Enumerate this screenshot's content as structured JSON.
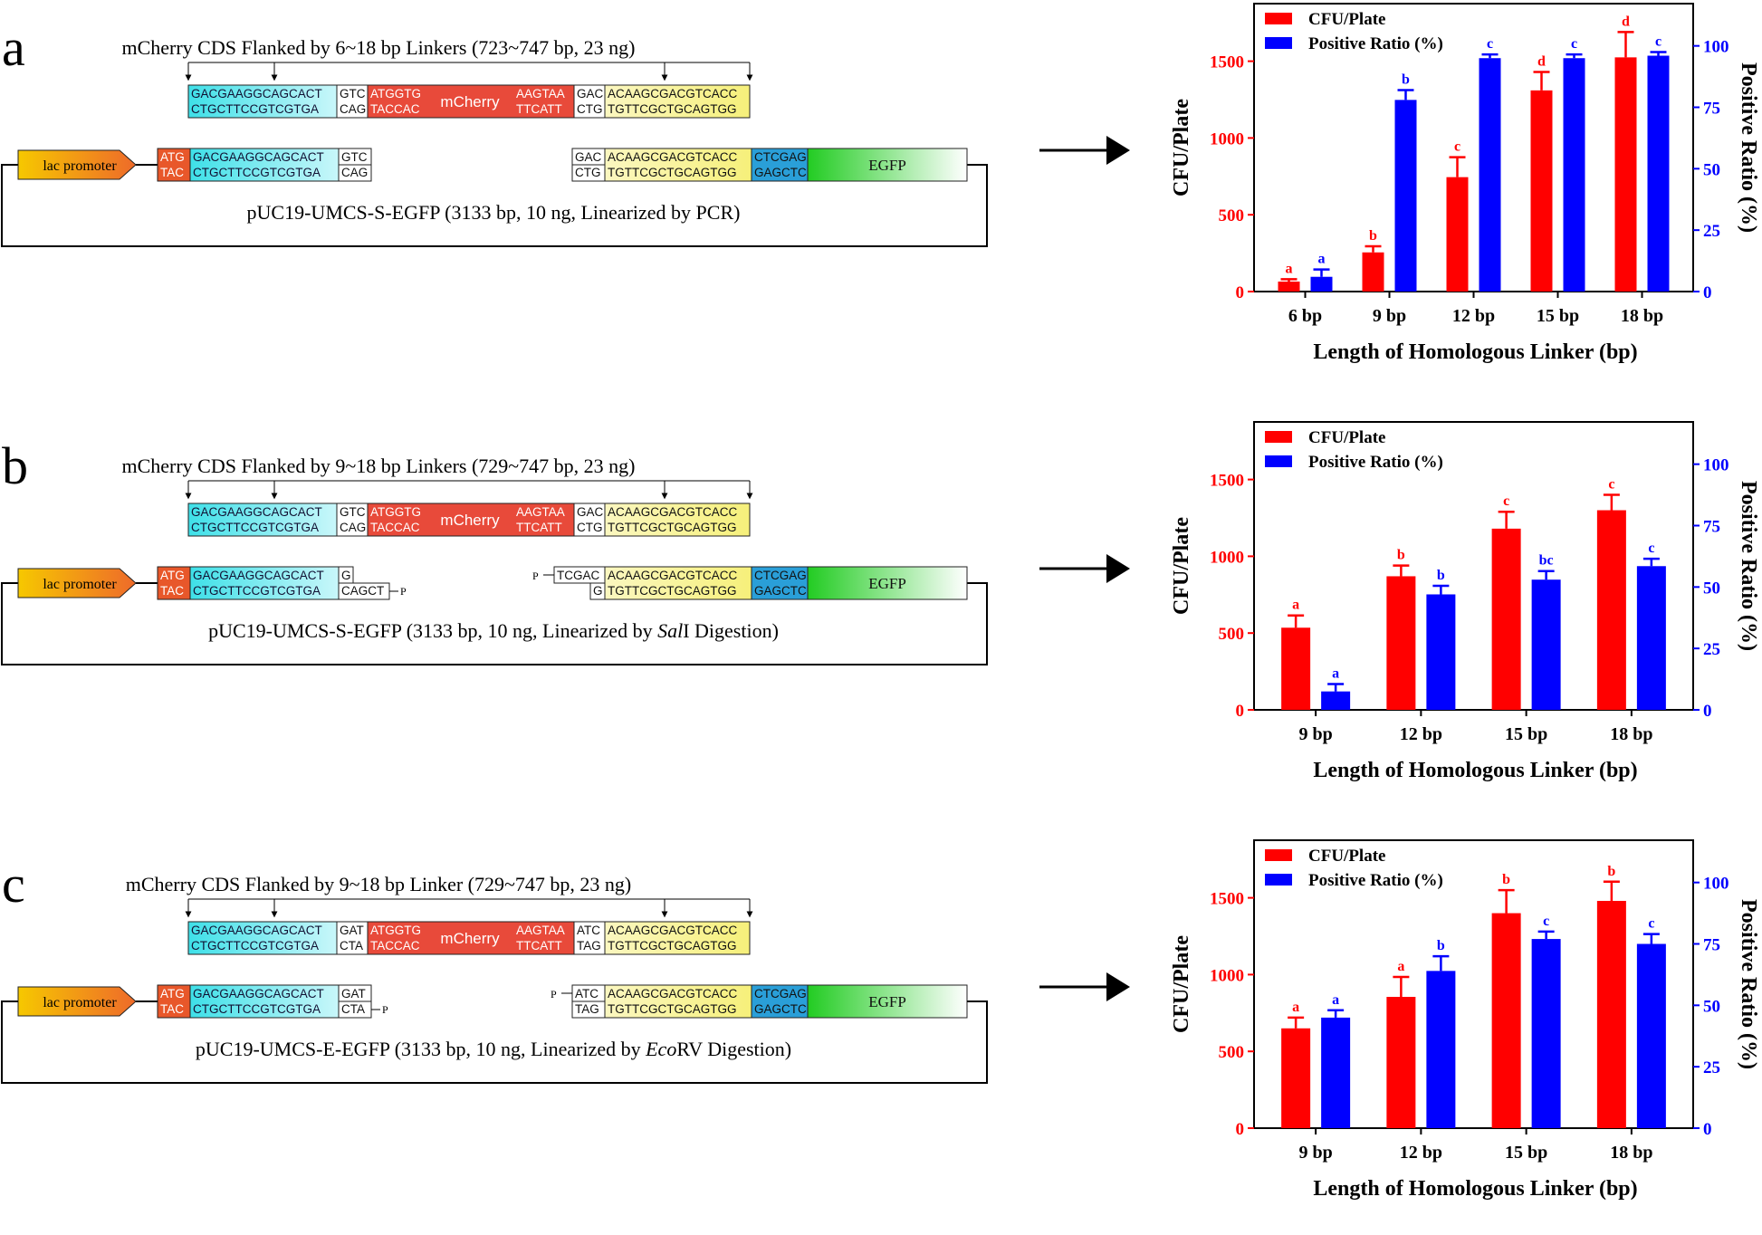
{
  "panels": [
    {
      "letter": "a",
      "insert_title": "mCherry CDS Flanked by 6~18 bp Linkers (723~747 bp, 23 ng)",
      "insert": {
        "cyan_top": "GACGAAGGCAGCACT",
        "cyan_bot": "CTGCTTCCGTCGTGA",
        "lk1_top": "GTC",
        "lk1_bot": "CAG",
        "red_top": "ATGGTG",
        "red_bot": "TACCAC",
        "red_label": "mCherry",
        "red2_top": "AAGTAA",
        "red2_bot": "TTCATT",
        "lk2_top": "GAC",
        "lk2_bot": "CTG",
        "yel_top": "ACAAGCGACGTCACC",
        "yel_bot": "TGTTCGCTGCAGTGG"
      },
      "vector": {
        "promoter": "lac promoter",
        "atg_top": "ATG",
        "atg_bot": "TAC",
        "cyan_top": "GACGAAGGCAGCACT",
        "cyan_bot": "CTGCTTCCGTCGTGA",
        "left_end_top": "GTC",
        "left_end_bot": "CAG",
        "left_phos": "",
        "right_phos": "",
        "right_end_top": "GAC",
        "right_end_bot": "CTG",
        "yel_top": "ACAAGCGACGTCACC",
        "yel_bot": "TGTTCGCTGCAGTGG",
        "xho_top": "CTCGAG",
        "xho_bot": "GAGCTC",
        "egfp": "EGFP"
      },
      "vector_label_pre": "pUC19-UMCS-S-EGFP (3133 bp, 10 ng, Linearized by PCR)",
      "vector_label_ital": "",
      "vector_label_post": ""
    },
    {
      "letter": "b",
      "insert_title": "mCherry CDS Flanked by 9~18 bp Linkers (729~747 bp, 23 ng)",
      "insert": {
        "cyan_top": "GACGAAGGCAGCACT",
        "cyan_bot": "CTGCTTCCGTCGTGA",
        "lk1_top": "GTC",
        "lk1_bot": "CAG",
        "red_top": "ATGGTG",
        "red_bot": "TACCAC",
        "red_label": "mCherry",
        "red2_top": "AAGTAA",
        "red2_bot": "TTCATT",
        "lk2_top": "GAC",
        "lk2_bot": "CTG",
        "yel_top": "ACAAGCGACGTCACC",
        "yel_bot": "TGTTCGCTGCAGTGG"
      },
      "vector": {
        "promoter": "lac promoter",
        "atg_top": "ATG",
        "atg_bot": "TAC",
        "cyan_top": "GACGAAGGCAGCACT",
        "cyan_bot": "CTGCTTCCGTCGTGA",
        "left_end_top": "G",
        "left_end_bot": "CAGCT",
        "left_phos": "P",
        "right_phos": "P",
        "right_end_top": "TCGAC",
        "right_end_bot": "G",
        "yel_top": "ACAAGCGACGTCACC",
        "yel_bot": "TGTTCGCTGCAGTGG",
        "xho_top": "CTCGAG",
        "xho_bot": "GAGCTC",
        "egfp": "EGFP"
      },
      "vector_label_pre": "pUC19-UMCS-S-EGFP (3133 bp, 10 ng, Linearized by ",
      "vector_label_ital": "Sal",
      "vector_label_post": "I Digestion)"
    },
    {
      "letter": "c",
      "insert_title": "mCherry CDS Flanked by 9~18 bp Linker (729~747 bp, 23 ng)",
      "insert": {
        "cyan_top": "GACGAAGGCAGCACT",
        "cyan_bot": "CTGCTTCCGTCGTGA",
        "lk1_top": "GAT",
        "lk1_bot": "CTA",
        "red_top": "ATGGTG",
        "red_bot": "TACCAC",
        "red_label": "mCherry",
        "red2_top": "AAGTAA",
        "red2_bot": "TTCATT",
        "lk2_top": "ATC",
        "lk2_bot": "TAG",
        "yel_top": "ACAAGCGACGTCACC",
        "yel_bot": "TGTTCGCTGCAGTGG"
      },
      "vector": {
        "promoter": "lac promoter",
        "atg_top": "ATG",
        "atg_bot": "TAC",
        "cyan_top": "GACGAAGGCAGCACT",
        "cyan_bot": "CTGCTTCCGTCGTGA",
        "left_end_top": "GAT",
        "left_end_bot": "CTA",
        "left_phos": "P",
        "right_phos": "P",
        "right_end_top": "ATC",
        "right_end_bot": "TAG",
        "yel_top": "ACAAGCGACGTCACC",
        "yel_bot": "TGTTCGCTGCAGTGG",
        "xho_top": "CTCGAG",
        "xho_bot": "GAGCTC",
        "egfp": "EGFP"
      },
      "vector_label_pre": "pUC19-UMCS-E-EGFP (3133 bp, 10 ng, Linearized by ",
      "vector_label_ital": "Eco",
      "vector_label_post": "RV Digestion)"
    }
  ],
  "colors": {
    "cfu": "#ff0000",
    "ratio": "#0000ff",
    "cyan": "#3ee0e8",
    "red": "#e84a3a",
    "yellow": "#f6f07a",
    "orange": "#e8572a",
    "xho": "#2a9fd8",
    "egfp_start": "#22cc22",
    "promoter_start": "#f6c800",
    "promoter_end": "#ee6a2a"
  },
  "chart_data": [
    {
      "type": "bar",
      "categories": [
        "6 bp",
        "9 bp",
        "12 bp",
        "15 bp",
        "18 bp"
      ],
      "series": [
        {
          "name": "CFU/Plate",
          "axis": "left",
          "values": [
            65,
            255,
            745,
            1310,
            1525
          ],
          "errors": [
            15,
            40,
            130,
            120,
            165
          ],
          "letters": [
            "a",
            "b",
            "c",
            "d",
            "d"
          ]
        },
        {
          "name": "Positive Ratio (%)",
          "axis": "right",
          "values": [
            6,
            78,
            95,
            95,
            96
          ],
          "errors": [
            3,
            4,
            1.5,
            1.5,
            1.5
          ],
          "letters": [
            "a",
            "b",
            "c",
            "c",
            "c"
          ]
        }
      ],
      "xlabel": "Length of Homologous Linker (bp)",
      "ylabel_left": "CFU/Plate",
      "ylabel_right": "Positive Ratio (%)",
      "ylim_left": [
        0,
        1875
      ],
      "yticks_left": [
        "0",
        "500",
        "1000",
        "1500"
      ],
      "ylim_right": [
        0,
        117.2
      ],
      "yticks_right": [
        "0",
        "25",
        "50",
        "75",
        "100"
      ],
      "legend_position": "top-left"
    },
    {
      "type": "bar",
      "categories": [
        "9 bp",
        "12 bp",
        "15 bp",
        "18 bp"
      ],
      "series": [
        {
          "name": "CFU/Plate",
          "axis": "left",
          "values": [
            535,
            870,
            1180,
            1300
          ],
          "errors": [
            80,
            70,
            110,
            100
          ],
          "letters": [
            "a",
            "b",
            "c",
            "c"
          ]
        },
        {
          "name": "Positive Ratio (%)",
          "axis": "right",
          "values": [
            7.5,
            47,
            53,
            58.5
          ],
          "errors": [
            3,
            3.5,
            3.5,
            3
          ],
          "letters": [
            "a",
            "b",
            "bc",
            "c"
          ]
        }
      ],
      "xlabel": "Length of Homologous Linker (bp)",
      "ylabel_left": "CFU/Plate",
      "ylabel_right": "Positive Ratio (%)",
      "ylim_left": [
        0,
        1875
      ],
      "yticks_left": [
        "0",
        "500",
        "1000",
        "1500"
      ],
      "ylim_right": [
        0,
        117.2
      ],
      "yticks_right": [
        "0",
        "25",
        "50",
        "75",
        "100"
      ],
      "legend_position": "top-left"
    },
    {
      "type": "bar",
      "categories": [
        "9 bp",
        "12 bp",
        "15 bp",
        "18 bp"
      ],
      "series": [
        {
          "name": "CFU/Plate",
          "axis": "left",
          "values": [
            650,
            855,
            1400,
            1480
          ],
          "errors": [
            70,
            130,
            150,
            125
          ],
          "letters": [
            "a",
            "a",
            "b",
            "b"
          ]
        },
        {
          "name": "Positive Ratio (%)",
          "axis": "right",
          "values": [
            45,
            64,
            77,
            75
          ],
          "errors": [
            3,
            6,
            3,
            4
          ],
          "letters": [
            "a",
            "b",
            "c",
            "c"
          ]
        }
      ],
      "xlabel": "Length of Homologous Linker (bp)",
      "ylabel_left": "CFU/Plate",
      "ylabel_right": "Positive Ratio (%)",
      "ylim_left": [
        0,
        1875
      ],
      "yticks_left": [
        "0",
        "500",
        "1000",
        "1500"
      ],
      "ylim_right": [
        0,
        117.2
      ],
      "yticks_right": [
        "0",
        "25",
        "50",
        "75",
        "100"
      ],
      "legend_position": "top-left"
    }
  ]
}
